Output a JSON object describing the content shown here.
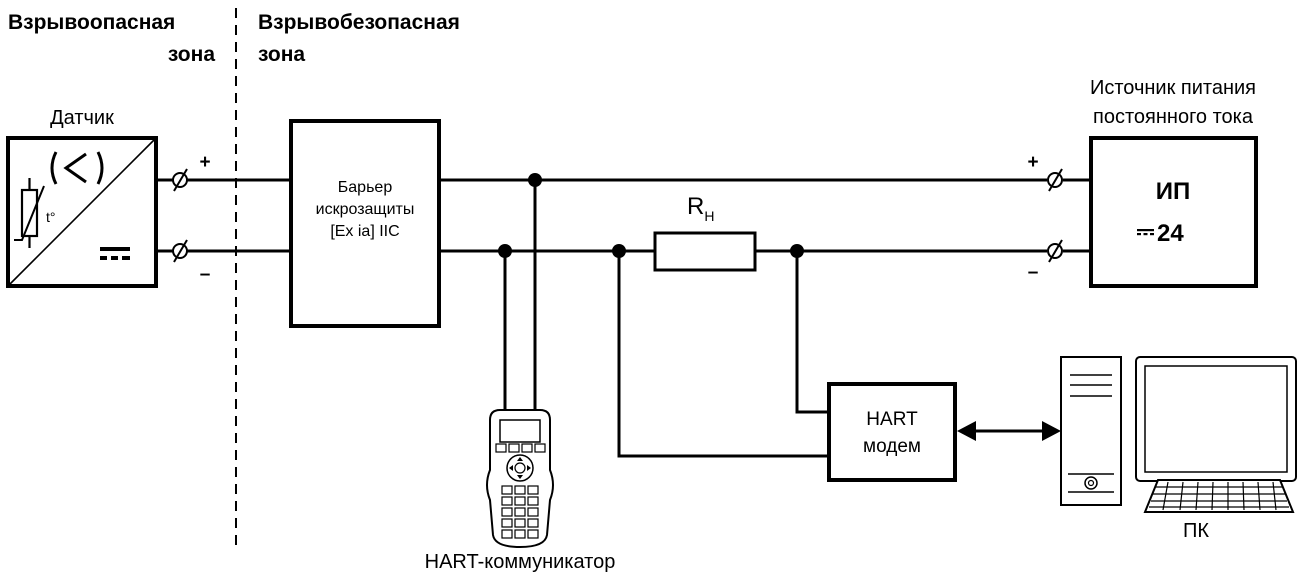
{
  "zones": {
    "hazardous": [
      "Взрывоопасная",
      "зона"
    ],
    "safe": [
      "Взрывобезопасная",
      "зона"
    ]
  },
  "sensor": {
    "label": "Датчик",
    "plus": "+",
    "minus": "–",
    "temp_symbol": "t°"
  },
  "barrier": {
    "lines": [
      "Барьер",
      "искрозащиты",
      "[Ex ia] IIC"
    ]
  },
  "resistor": {
    "label": "R",
    "subscript": "Н"
  },
  "power_supply": {
    "caption": [
      "Источник питания",
      "постоянного тока"
    ],
    "title": "ИП",
    "voltage_symbol": "⎓",
    "voltage": "24",
    "plus": "+",
    "minus": "–"
  },
  "modem": {
    "lines": [
      "HART",
      "модем"
    ]
  },
  "communicator": {
    "label": "HART-коммуникатор"
  },
  "pc": {
    "label": "ПК"
  }
}
